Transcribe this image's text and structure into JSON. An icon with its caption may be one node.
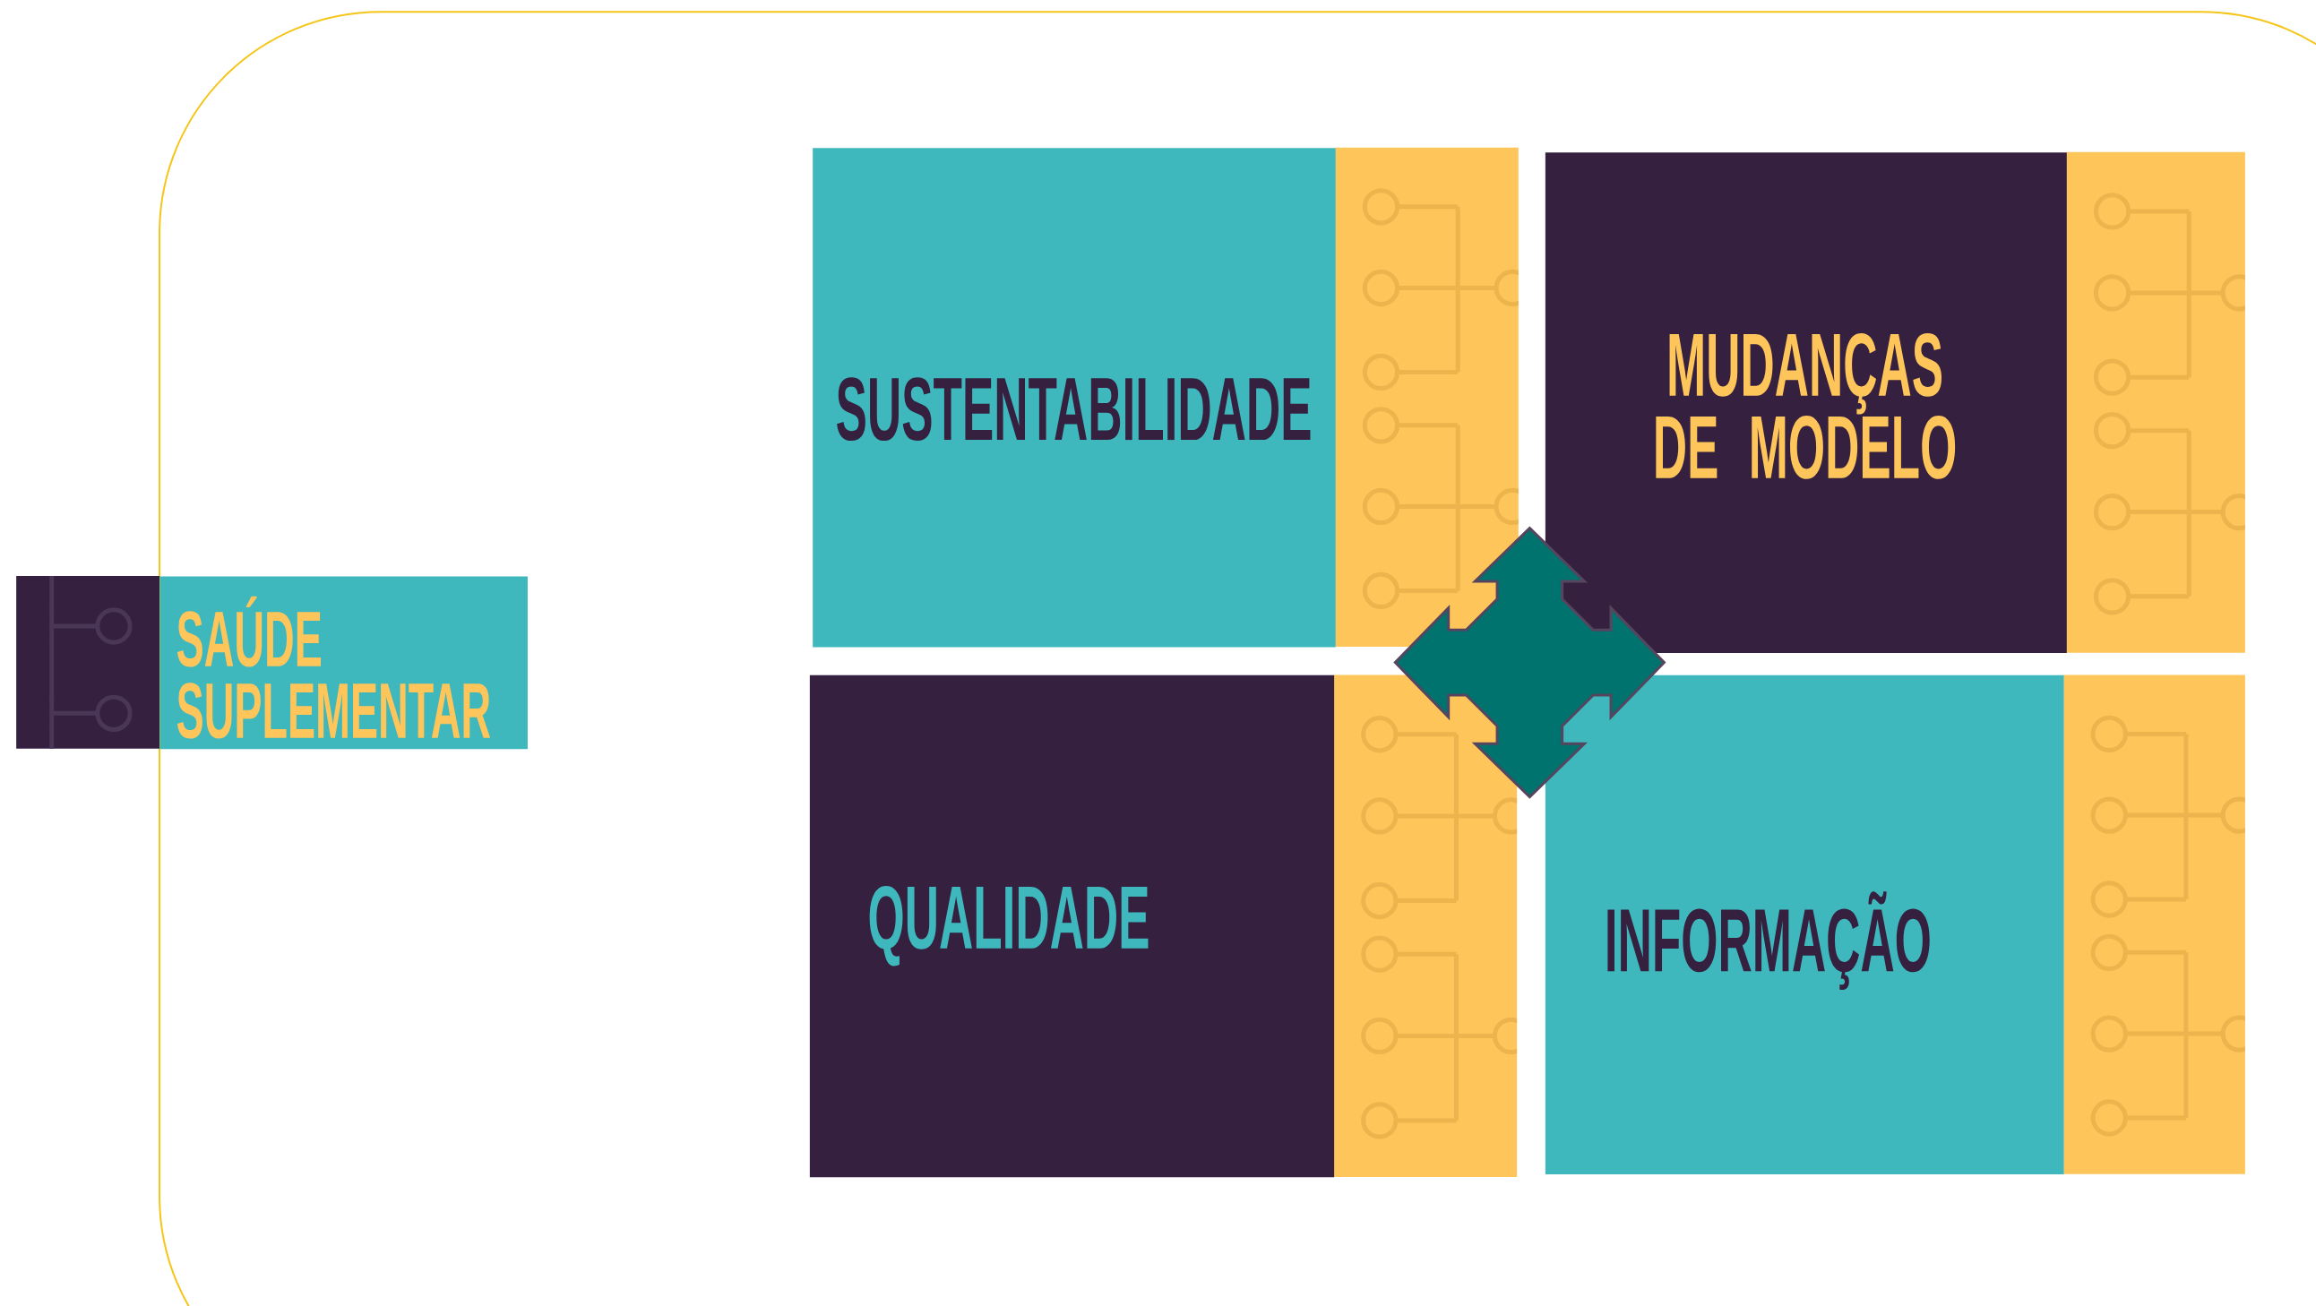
{
  "diagram": {
    "nodes": [
      {
        "text": [
          "SAÚDE SUPLEMENTAR"
        ]
      },
      {
        "text": [
          "SUSTENTABILIDADE"
        ]
      },
      {
        "text": [
          "MUDANÇAS DE MODELO"
        ]
      },
      {
        "text": [
          "QUALIDADE"
        ]
      },
      {
        "text": [
          "INFORMAÇÃO"
        ]
      }
    ],
    "edges": [
      {
        "from": 1,
        "to": 4,
        "arrow": "both"
      },
      {
        "from": 2,
        "to": 3,
        "arrow": "both"
      }
    ]
  }
}
